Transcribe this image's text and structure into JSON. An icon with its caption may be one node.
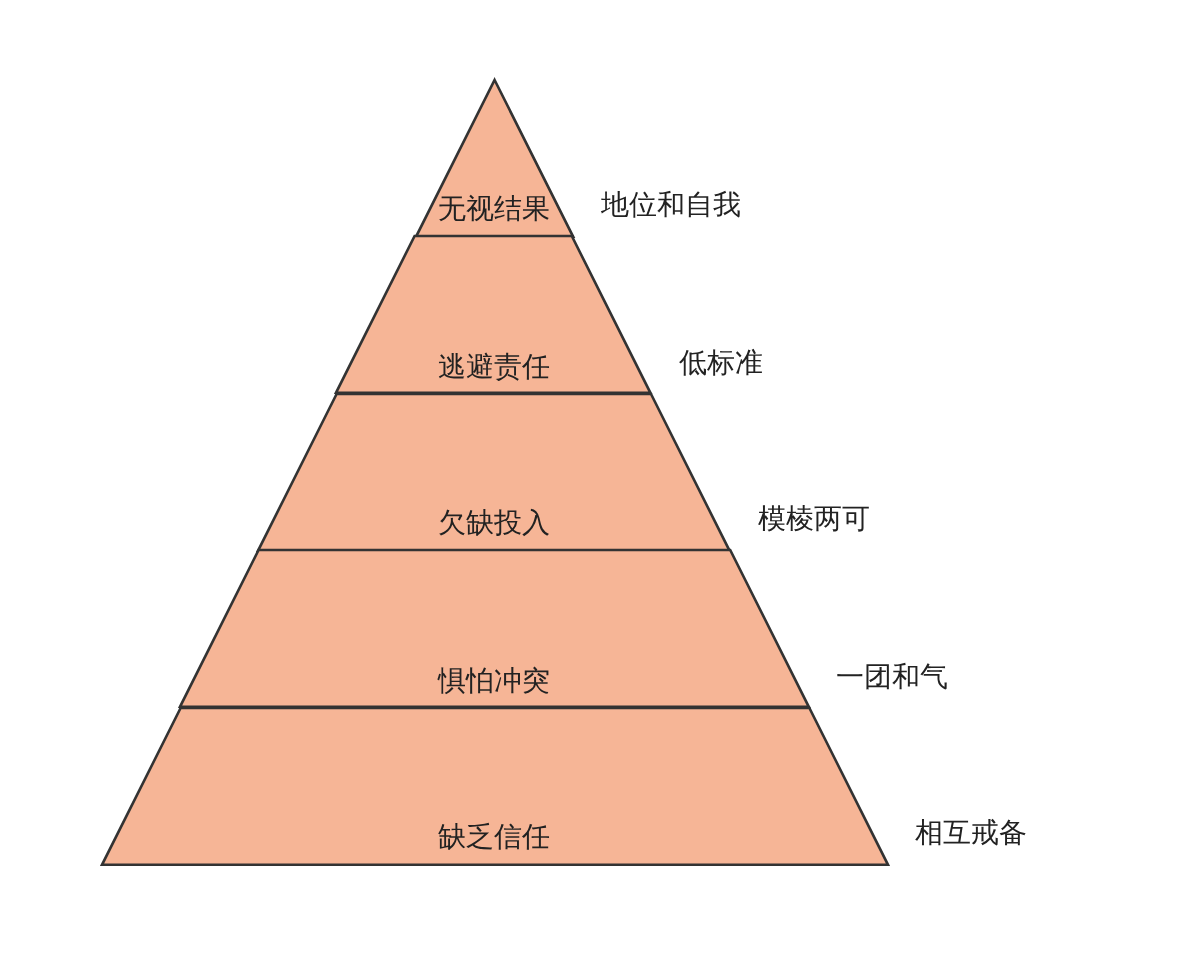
{
  "diagram": {
    "nodes": [
      {
        "text": [
          "无视结果"
        ],
        "beside": [
          "地位和自我"
        ]
      },
      {
        "text": [
          "逃避责任"
        ],
        "beside": [
          "低标准"
        ]
      },
      {
        "text": [
          "欠缺投入"
        ],
        "beside": [
          "模棱两可"
        ]
      },
      {
        "text": [
          "惧怕冲突"
        ],
        "beside": [
          "一团和气"
        ]
      },
      {
        "text": [
          "缺乏信任"
        ],
        "beside": [
          "相互戒备"
        ]
      }
    ]
  }
}
